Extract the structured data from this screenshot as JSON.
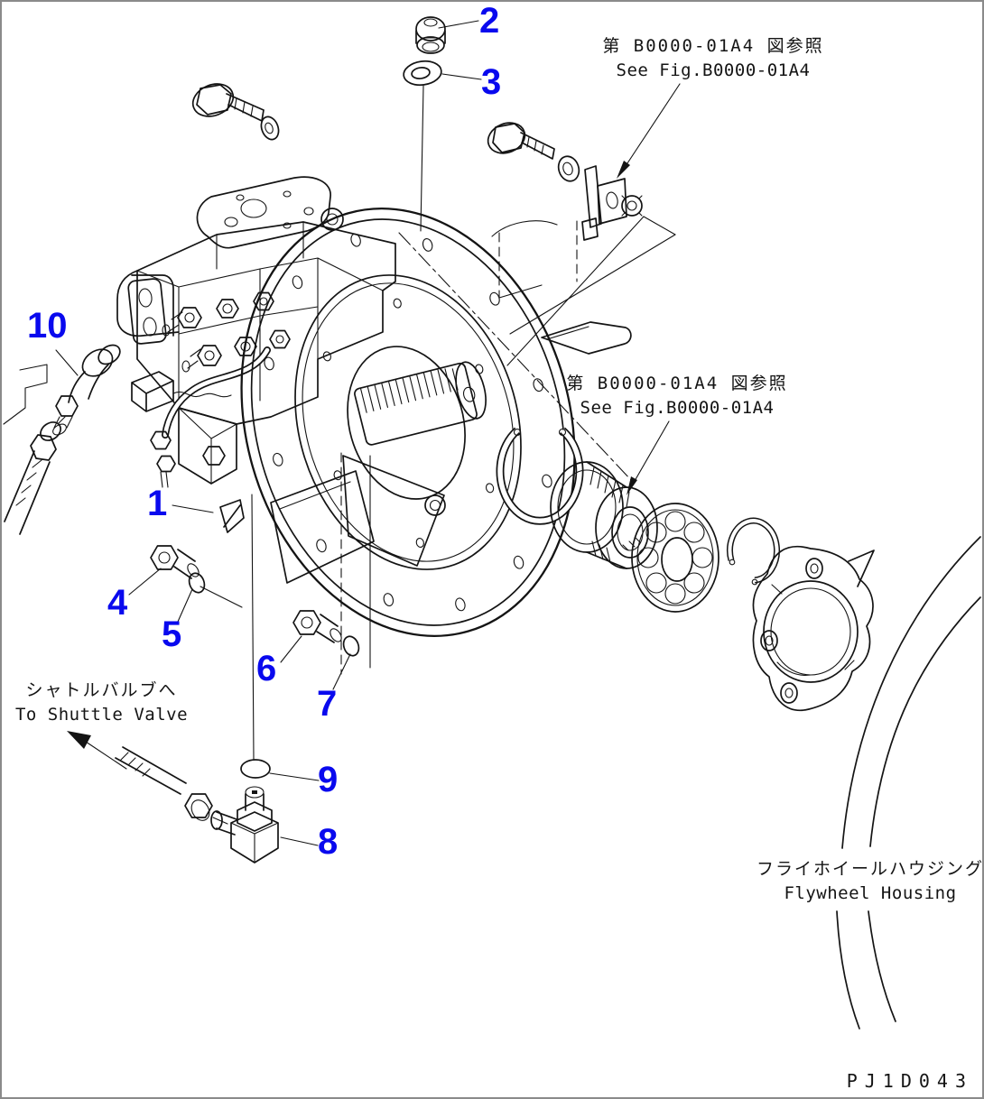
{
  "page": {
    "drawing_number": "PJ1D043"
  },
  "colors": {
    "callout_blue": "#0909ee",
    "line_black": "#141414",
    "frame_gray": "#8a8a8a"
  },
  "notes": {
    "ref_top": {
      "jp": "第 B0000-01A4 図参照",
      "en": "See Fig.B0000-01A4"
    },
    "ref_mid": {
      "jp": "第 B0000-01A4 図参照",
      "en": "See Fig.B0000-01A4"
    },
    "shuttle_valve": {
      "jp": "シャトルバルブへ",
      "en": "To Shuttle Valve"
    },
    "flywheel_housing": {
      "jp": "フライホイールハウジング",
      "en": "Flywheel Housing"
    }
  },
  "callouts": [
    {
      "label": "1"
    },
    {
      "label": "2"
    },
    {
      "label": "3"
    },
    {
      "label": "4"
    },
    {
      "label": "5"
    },
    {
      "label": "6"
    },
    {
      "label": "7"
    },
    {
      "label": "8"
    },
    {
      "label": "9"
    },
    {
      "label": "10"
    }
  ]
}
